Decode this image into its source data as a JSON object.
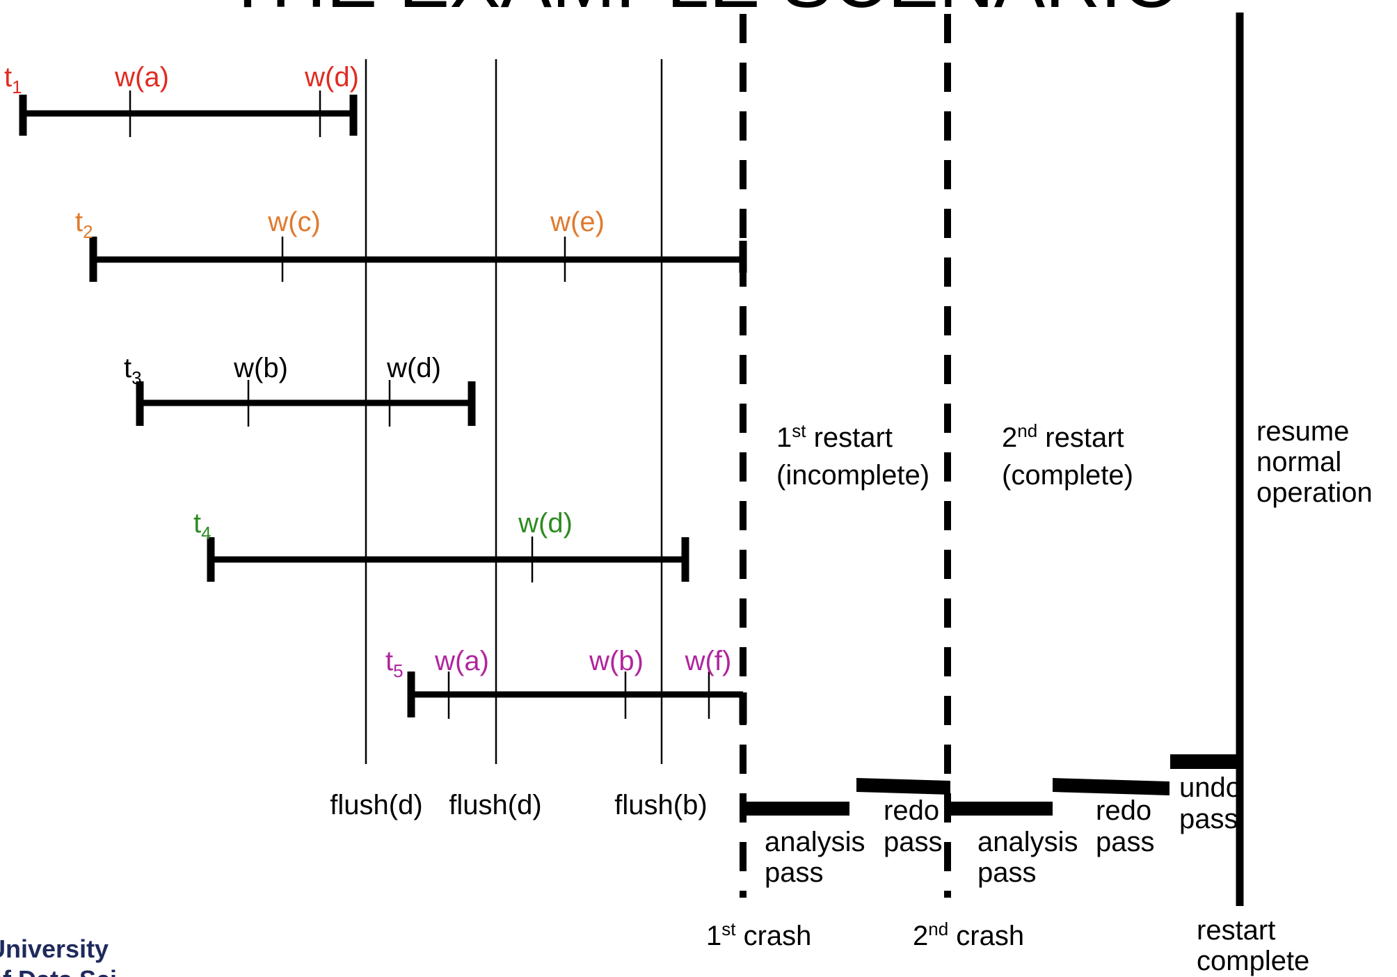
{
  "title_fragment": "THE EXAMPLE SCENARIO",
  "footer": {
    "line1": "University",
    "line2": "of Data Sci"
  },
  "colors": {
    "t1": "#e02b20",
    "t2": "#e07a2e",
    "t3": "#000000",
    "t4": "#2e8b22",
    "t5": "#b0259e",
    "line": "#000000",
    "footer": "#1f2a5c"
  },
  "transactions": [
    {
      "id": "t1",
      "name": "t",
      "sub": "1",
      "writes": [
        "w(a)",
        "w(d)"
      ]
    },
    {
      "id": "t2",
      "name": "t",
      "sub": "2",
      "writes": [
        "w(c)",
        "w(e)"
      ]
    },
    {
      "id": "t3",
      "name": "t",
      "sub": "3",
      "writes": [
        "w(b)",
        "w(d)"
      ]
    },
    {
      "id": "t4",
      "name": "t",
      "sub": "4",
      "writes": [
        "w(d)"
      ]
    },
    {
      "id": "t5",
      "name": "t",
      "sub": "5",
      "writes": [
        "w(a)",
        "w(b)",
        "w(f)"
      ]
    }
  ],
  "flushes": [
    "flush(d)",
    "flush(d)",
    "flush(b)"
  ],
  "events": {
    "crash1": {
      "num": "1",
      "sup": "st",
      "text": "crash"
    },
    "crash2": {
      "num": "2",
      "sup": "nd",
      "text": "crash"
    },
    "restart_complete": [
      "restart",
      "complete"
    ]
  },
  "regions": {
    "restart1": {
      "num": "1",
      "sup": "st",
      "text": "restart",
      "line2": "(incomplete)"
    },
    "restart2": {
      "num": "2",
      "sup": "nd",
      "text": "restart",
      "line2": "(complete)"
    },
    "resume": [
      "resume",
      "normal",
      "operation"
    ]
  },
  "passes": {
    "analysis1": [
      "analysis",
      "pass"
    ],
    "redo1": [
      "redo",
      "pass"
    ],
    "analysis2": [
      "analysis",
      "pass"
    ],
    "redo2": [
      "redo",
      "pass"
    ],
    "undo": [
      "undo",
      "pass"
    ]
  }
}
